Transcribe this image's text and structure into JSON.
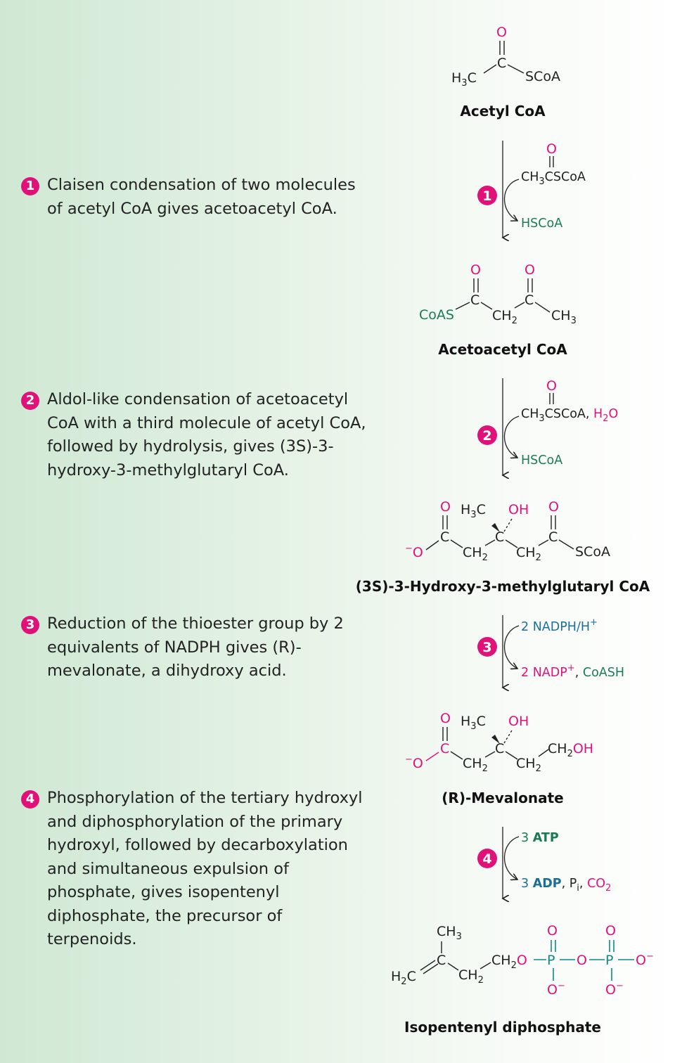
{
  "steps": [
    {
      "num": "1",
      "text": "Claisen condensation of two molecules of acetyl CoA gives acetoacetyl CoA."
    },
    {
      "num": "2",
      "text": "Aldol-like condensation of acetoacetyl CoA with a third molecule of acetyl CoA, followed by hydrolysis, gives (3S)-3-hydroxy-3-methylglutaryl CoA."
    },
    {
      "num": "3",
      "text": "Reduction of the thioester group by 2 equivalents of NADPH gives (R)-mevalonate, a dihydroxy acid."
    },
    {
      "num": "4",
      "text": "Phosphorylation of the tertiary hydroxyl and diphosphorylation of the primary hydroxyl, followed by decarboxylation and simultaneous expulsion of phosphate, gives isopentenyl diphosphate, the precursor of terpenoids."
    }
  ],
  "compounds": {
    "acetyl_coa": "Acetyl CoA",
    "acetoacetyl_coa": "Acetoacetyl CoA",
    "hmg_coa": "(3S)-3-Hydroxy-3-methylglutaryl CoA",
    "mevalonate": "(R)-Mevalonate",
    "ipp": "Isopentenyl diphosphate"
  },
  "reagents": {
    "step1_in": "CH3CSCoA",
    "step1_out": "HSCoA",
    "step2_in": "CH3CSCoA, H2O",
    "step2_out": "HSCoA",
    "step3_in": "2 NADPH/H+",
    "step3_out": "2 NADP+, CoASH",
    "step4_in": "3 ATP",
    "step4_out": "3 ADP, Pi, CO2"
  },
  "colors": {
    "accent": "#e0127a",
    "green": "#1a7a5a",
    "blue": "#1a6f9a"
  }
}
